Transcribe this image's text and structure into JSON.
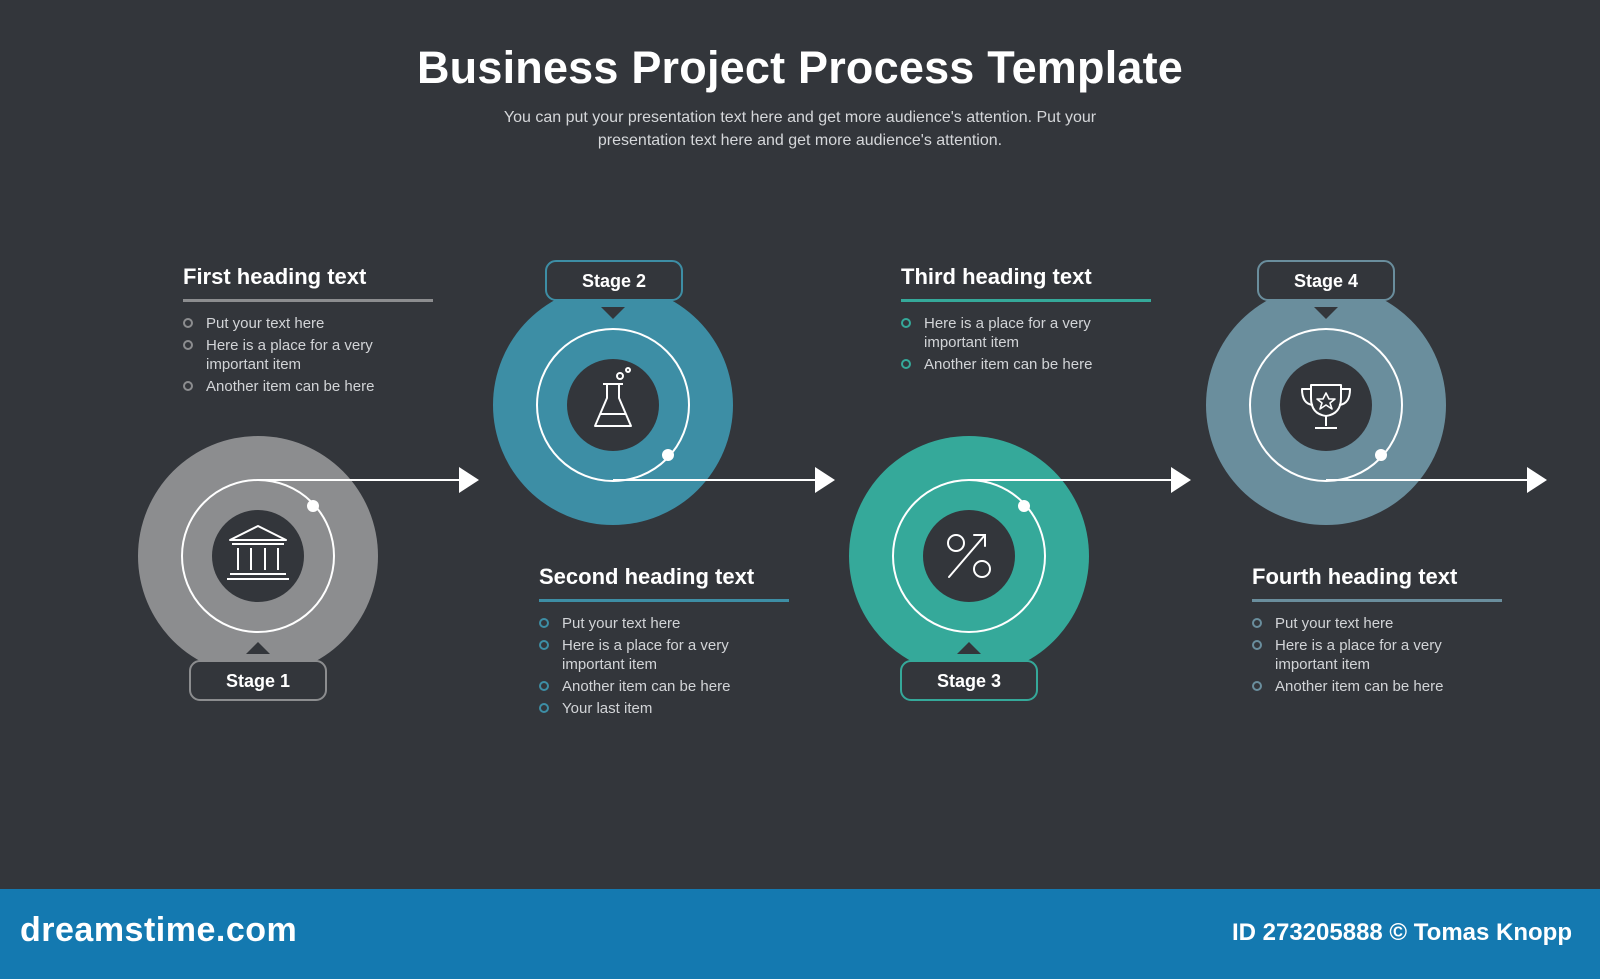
{
  "title": "Business Project Process Template",
  "subtitle": "You can put your presentation text here and get more audience's attention. Put your presentation text here and get more audience's attention.",
  "colors": {
    "background": "#33363b",
    "stage1": "#8c8d8f",
    "stage2": "#3d8ea5",
    "stage3": "#35a99a",
    "stage4": "#6a8e9d",
    "footer": "#1479b0"
  },
  "stages": [
    {
      "label": "Stage 1",
      "icon": "bank-icon",
      "heading": "First heading text",
      "items": [
        "Put your text here",
        "Here is a place for a very important item",
        "Another item can be here"
      ]
    },
    {
      "label": "Stage 2",
      "icon": "flask-icon",
      "heading": "Second heading text",
      "items": [
        "Put your text here",
        "Here is a place for a very important item",
        "Another item can be here",
        "Your last item"
      ]
    },
    {
      "label": "Stage 3",
      "icon": "percent-icon",
      "heading": "Third heading text",
      "items": [
        "Here is a place for a very important item",
        "Another item can be here"
      ]
    },
    {
      "label": "Stage 4",
      "icon": "trophy-icon",
      "heading": "Fourth heading text",
      "items": [
        "Put your text here",
        "Here is a place for a very important item",
        "Another item can be here"
      ]
    }
  ],
  "footer": {
    "brand": "dreamstime.com",
    "credit": "ID 273205888 © Tomas Knopp"
  }
}
